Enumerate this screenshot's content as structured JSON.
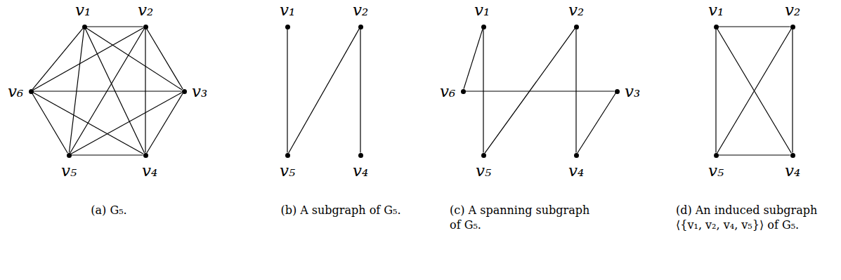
{
  "diagram": {
    "nodes": [
      {
        "text": [
          "v₁"
        ]
      },
      {
        "text": [
          "v₂"
        ]
      },
      {
        "text": [
          "v₃"
        ]
      },
      {
        "text": [
          "v₄"
        ]
      },
      {
        "text": [
          "v₅"
        ]
      },
      {
        "text": [
          "v₆"
        ]
      },
      {
        "text": [
          "v₁"
        ]
      },
      {
        "text": [
          "v₂"
        ]
      },
      {
        "text": [
          "v₅"
        ]
      },
      {
        "text": [
          "v₄"
        ]
      },
      {
        "text": [
          "v₁"
        ]
      },
      {
        "text": [
          "v₂"
        ]
      },
      {
        "text": [
          "v₆"
        ]
      },
      {
        "text": [
          "v₃"
        ]
      },
      {
        "text": [
          "v₅"
        ]
      },
      {
        "text": [
          "v₄"
        ]
      },
      {
        "text": [
          "v₁"
        ]
      },
      {
        "text": [
          "v₂"
        ]
      },
      {
        "text": [
          "v₅"
        ]
      },
      {
        "text": [
          "v₄"
        ]
      }
    ],
    "edges": [
      {
        "from": 0,
        "to": 1,
        "arrow": "none"
      },
      {
        "from": 0,
        "to": 2,
        "arrow": "none"
      },
      {
        "from": 0,
        "to": 3,
        "arrow": "none"
      },
      {
        "from": 0,
        "to": 4,
        "arrow": "none"
      },
      {
        "from": 0,
        "to": 5,
        "arrow": "none"
      },
      {
        "from": 1,
        "to": 2,
        "arrow": "none"
      },
      {
        "from": 1,
        "to": 3,
        "arrow": "none"
      },
      {
        "from": 1,
        "to": 4,
        "arrow": "none"
      },
      {
        "from": 1,
        "to": 5,
        "arrow": "none"
      },
      {
        "from": 2,
        "to": 3,
        "arrow": "none"
      },
      {
        "from": 2,
        "to": 4,
        "arrow": "none"
      },
      {
        "from": 2,
        "to": 5,
        "arrow": "none"
      },
      {
        "from": 3,
        "to": 4,
        "arrow": "none"
      },
      {
        "from": 3,
        "to": 5,
        "arrow": "none"
      },
      {
        "from": 4,
        "to": 5,
        "arrow": "none"
      },
      {
        "from": 6,
        "to": 8,
        "arrow": "none"
      },
      {
        "from": 8,
        "to": 7,
        "arrow": "none"
      },
      {
        "from": 7,
        "to": 9,
        "arrow": "none"
      },
      {
        "from": 10,
        "to": 12,
        "arrow": "none"
      },
      {
        "from": 10,
        "to": 14,
        "arrow": "none"
      },
      {
        "from": 12,
        "to": 13,
        "arrow": "none"
      },
      {
        "from": 13,
        "to": 15,
        "arrow": "none"
      },
      {
        "from": 11,
        "to": 15,
        "arrow": "none"
      },
      {
        "from": 11,
        "to": 14,
        "arrow": "none"
      },
      {
        "from": 16,
        "to": 17,
        "arrow": "none"
      },
      {
        "from": 16,
        "to": 18,
        "arrow": "none"
      },
      {
        "from": 16,
        "to": 19,
        "arrow": "none"
      },
      {
        "from": 17,
        "to": 18,
        "arrow": "none"
      },
      {
        "from": 17,
        "to": 19,
        "arrow": "none"
      },
      {
        "from": 18,
        "to": 19,
        "arrow": "none"
      }
    ],
    "labels": [
      "(a) G₅.",
      "(b) A subgraph of G₅.",
      "(c) A spanning subgraph of G₅.",
      "(d) An induced subgraph ⟨{v₁, v₂, v₄, v₅}⟩ of G₅."
    ]
  }
}
